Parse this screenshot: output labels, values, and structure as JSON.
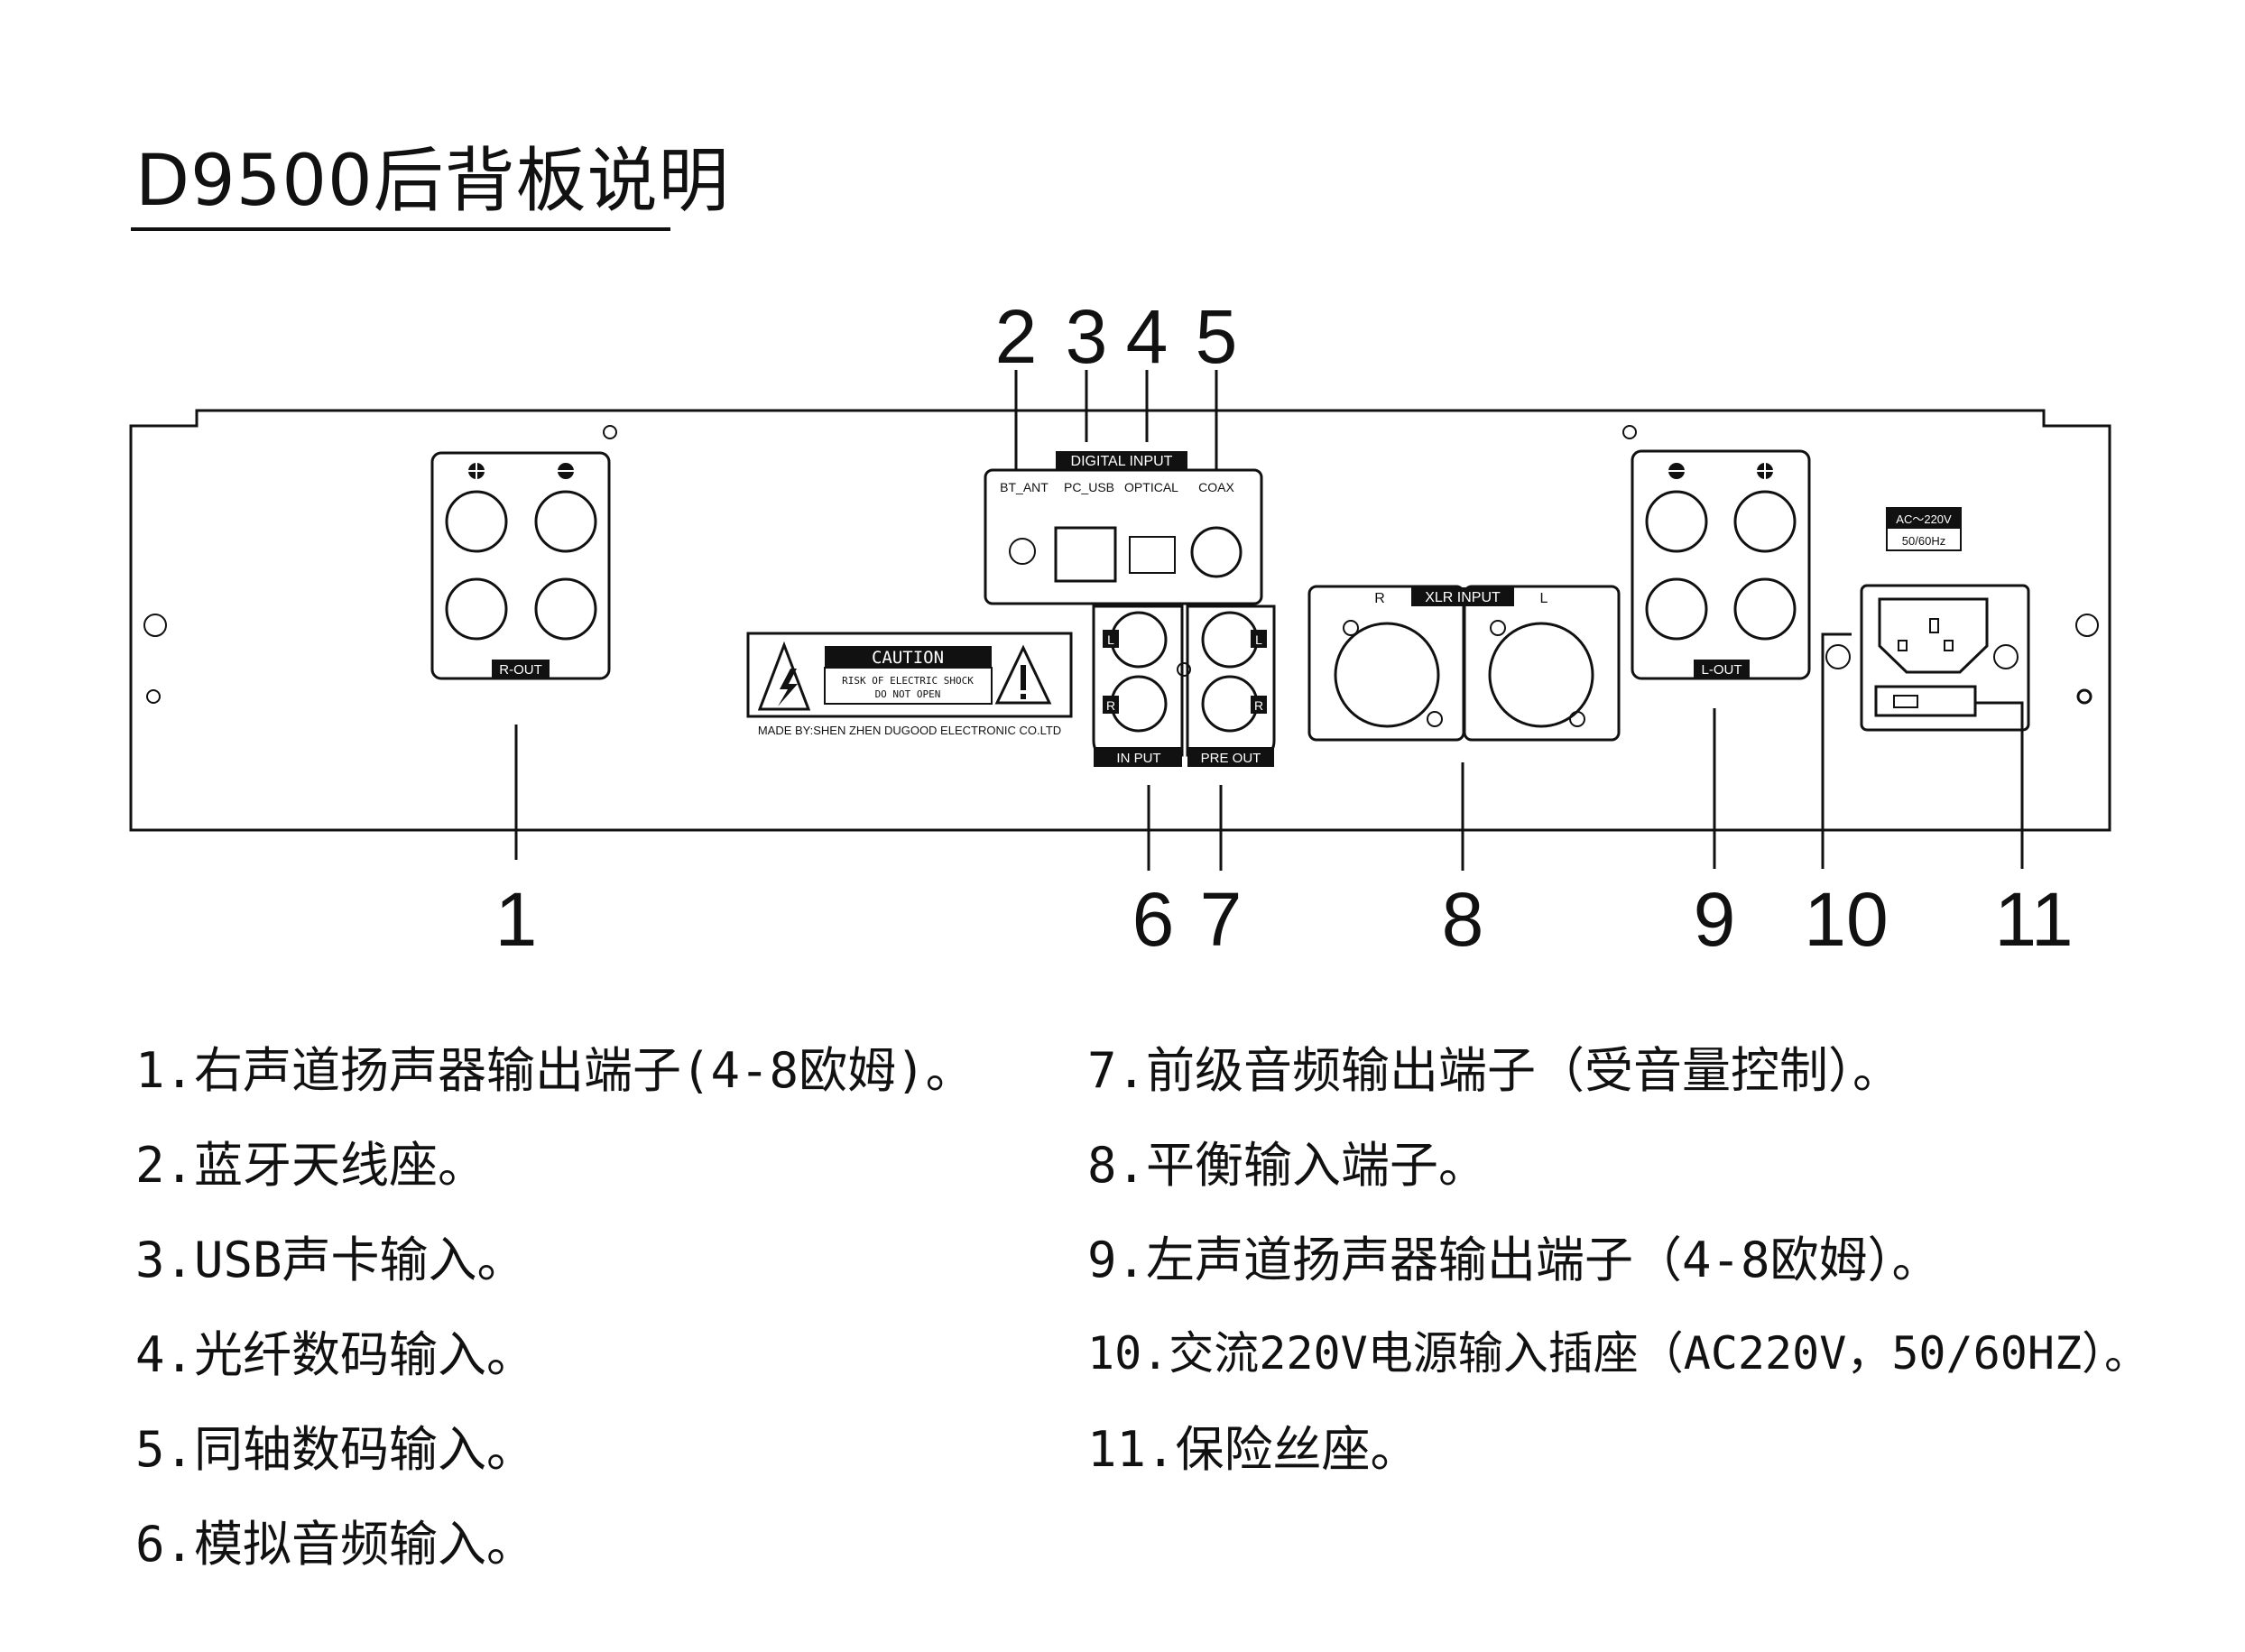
{
  "title": "D9500后背板说明",
  "panel": {
    "r_out": "R-OUT",
    "l_out": "L-OUT",
    "digital_input": "DIGITAL INPUT",
    "bt_ant": "BT_ANT",
    "pc_usb": "PC_USB",
    "optical": "OPTICAL",
    "coax": "COAX",
    "xlr_input": "XLR INPUT",
    "xlr_r": "R",
    "xlr_l": "L",
    "in_put": "IN PUT",
    "pre_out": "PRE OUT",
    "rca_l": "L",
    "rca_r": "R",
    "caution": "CAUTION",
    "caution_line1": "RISK OF ELECTRIC SHOCK",
    "caution_line2": "DO NOT OPEN",
    "made_by": "MADE BY:SHEN ZHEN DUGOOD ELECTRONIC CO.LTD",
    "ac_rating_1": "AC～220V",
    "ac_rating_2": "50/60Hz"
  },
  "callouts_top": [
    "2",
    "3",
    "4",
    "5"
  ],
  "callouts_bottom": [
    "1",
    "6",
    "7",
    "8",
    "9",
    "10",
    "11"
  ],
  "descriptions_left": [
    "1.右声道扬声器输出端子(4-8欧姆)。",
    "2.蓝牙天线座。",
    "3.USB声卡输入。",
    "4.光纤数码输入。",
    "5.同轴数码输入。",
    "6.模拟音频输入。"
  ],
  "descriptions_right": [
    "7.前级音频输出端子（受音量控制）。",
    "8.平衡输入端子。",
    "9.左声道扬声器输出端子（4-8欧姆）。",
    "10.交流220V电源输入插座（AC220V，50/60HZ）。",
    "11.保险丝座。"
  ]
}
